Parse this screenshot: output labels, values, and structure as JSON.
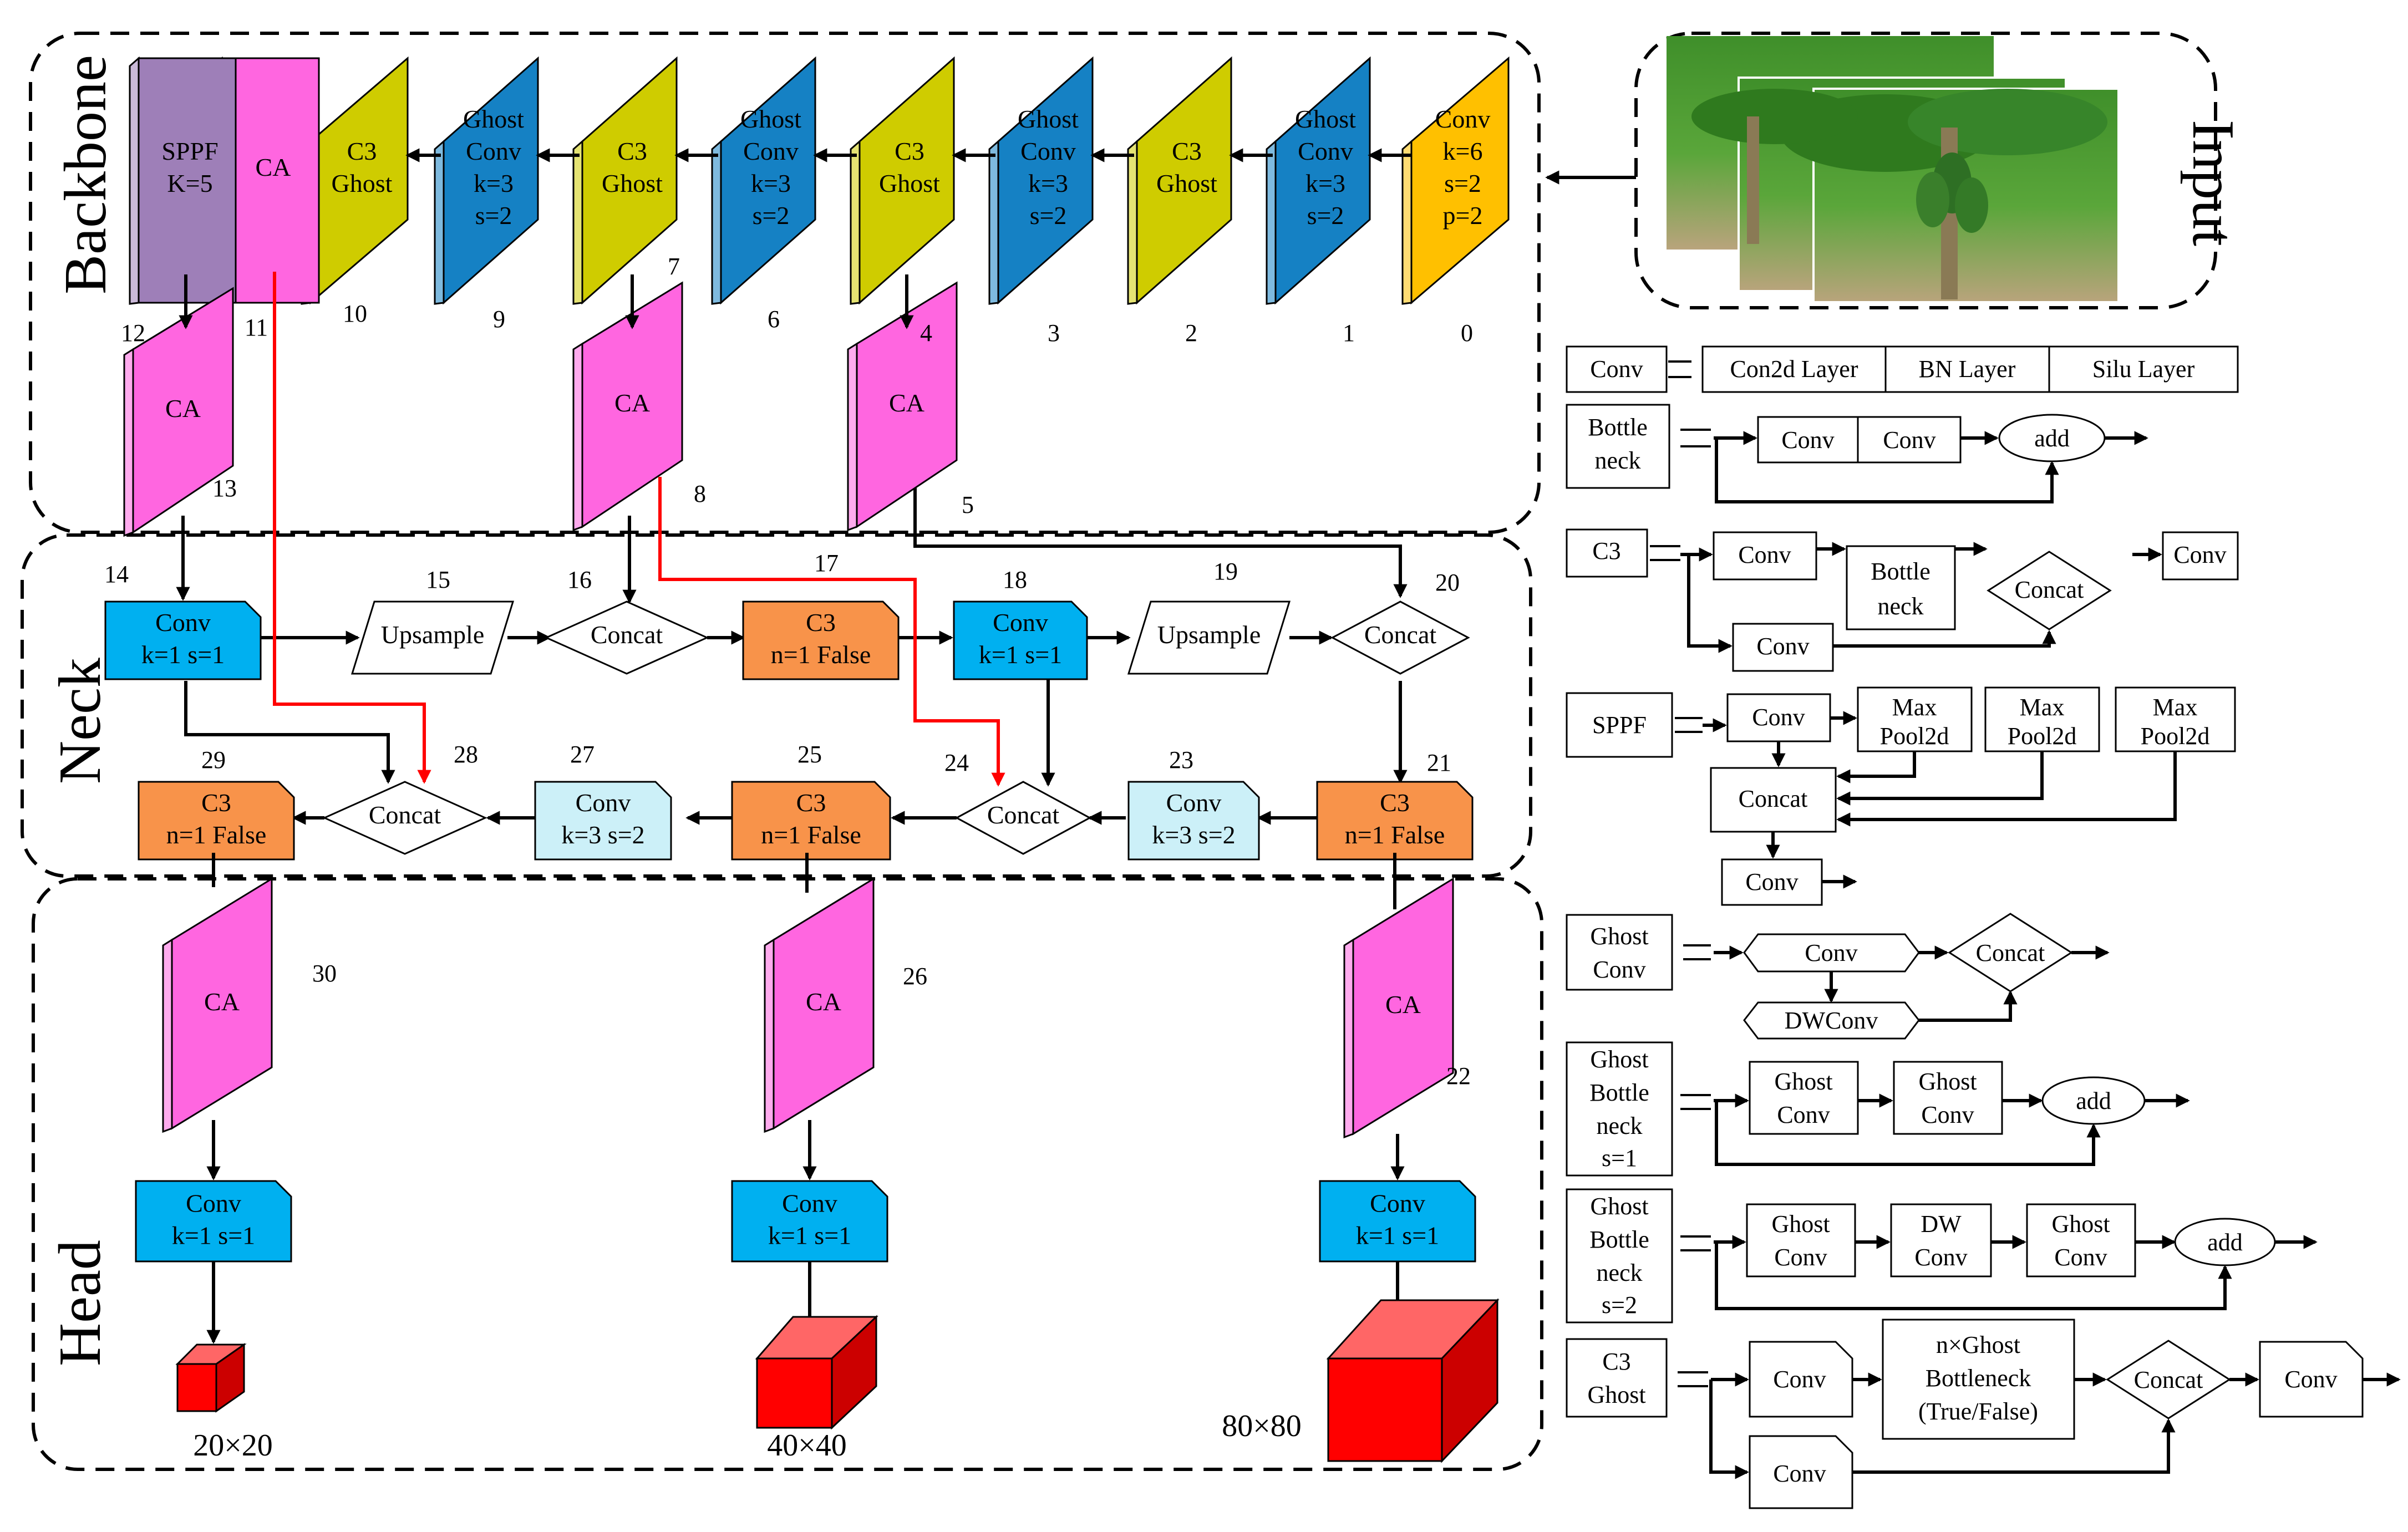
{
  "sections": {
    "backbone": "Backbone",
    "neck": "Neck",
    "head": "Head",
    "input": "Input"
  },
  "colors": {
    "ghost_conv": "#1581c4",
    "c3_ghost": "#cfcc00",
    "conv_input": "#ffc000",
    "sppf": "#9e7fb8",
    "ca": "#ff66e0",
    "conv_neck": "#00b0f0",
    "c3_neck": "#f8934a",
    "conv_ks": "#ccf0f8",
    "output": "#ff0000",
    "skip_arrow": "#ff0000"
  },
  "input_image": {
    "description_icon": "papaya-tree-photo-icon"
  },
  "backbone": {
    "blocks": [
      {
        "id": "0",
        "lines": [
          "Conv",
          "k=6",
          "s=2",
          "p=2"
        ],
        "kind": "conv_input"
      },
      {
        "id": "1",
        "lines": [
          "Ghost",
          "Conv",
          "k=3",
          "s=2"
        ],
        "kind": "ghost_conv"
      },
      {
        "id": "2",
        "lines": [
          "C3",
          "Ghost"
        ],
        "kind": "c3_ghost"
      },
      {
        "id": "3",
        "lines": [
          "Ghost",
          "Conv",
          "k=3",
          "s=2"
        ],
        "kind": "ghost_conv"
      },
      {
        "id": "4",
        "lines": [
          "C3",
          "Ghost"
        ],
        "kind": "c3_ghost"
      },
      {
        "id": "6",
        "lines": [
          "Ghost",
          "Conv",
          "k=3",
          "s=2"
        ],
        "kind": "ghost_conv"
      },
      {
        "id": "7",
        "lines": [
          "C3",
          "Ghost"
        ],
        "kind": "c3_ghost"
      },
      {
        "id": "9",
        "lines": [
          "Ghost",
          "Conv",
          "k=3",
          "s=2"
        ],
        "kind": "ghost_conv"
      },
      {
        "id": "10",
        "lines": [
          "C3",
          "Ghost"
        ],
        "kind": "c3_ghost"
      },
      {
        "id": "11",
        "lines": [
          "CA"
        ],
        "kind": "ca"
      },
      {
        "id": "12",
        "lines": [
          "SPPF",
          "K=5"
        ],
        "kind": "sppf"
      }
    ],
    "ca_blocks": [
      {
        "id": "5",
        "label": "CA"
      },
      {
        "id": "8",
        "label": "CA"
      },
      {
        "id": "13",
        "label": "CA"
      }
    ]
  },
  "neck": {
    "blocks": [
      {
        "id": "14",
        "lines": [
          "Conv",
          "k=1 s=1"
        ]
      },
      {
        "id": "15",
        "lines": [
          "Upsample"
        ]
      },
      {
        "id": "16",
        "lines": [
          "Concat"
        ]
      },
      {
        "id": "17",
        "lines": [
          "C3",
          "n=1 False"
        ]
      },
      {
        "id": "18",
        "lines": [
          "Conv",
          "k=1 s=1"
        ]
      },
      {
        "id": "19",
        "lines": [
          "Upsample"
        ]
      },
      {
        "id": "20",
        "lines": [
          "Concat"
        ]
      },
      {
        "id": "21",
        "lines": [
          "C3",
          "n=1 False"
        ]
      },
      {
        "id": "23",
        "lines": [
          "Conv",
          "k=3 s=2"
        ]
      },
      {
        "id": "24",
        "lines": [
          "Concat"
        ]
      },
      {
        "id": "25",
        "lines": [
          "C3",
          "n=1 False"
        ]
      },
      {
        "id": "27",
        "lines": [
          "Conv",
          "k=3 s=2"
        ]
      },
      {
        "id": "28",
        "lines": [
          "Concat"
        ]
      },
      {
        "id": "29",
        "lines": [
          "C3",
          "n=1 False"
        ]
      }
    ]
  },
  "head": {
    "ca_blocks": [
      {
        "id": "22",
        "label": "CA"
      },
      {
        "id": "26",
        "label": "CA"
      },
      {
        "id": "30",
        "label": "CA"
      }
    ],
    "conv_blocks": [
      {
        "lines": [
          "Conv",
          "k=1 s=1"
        ]
      },
      {
        "lines": [
          "Conv",
          "k=1 s=1"
        ]
      },
      {
        "lines": [
          "Conv",
          "k=1 s=1"
        ]
      }
    ],
    "outputs": [
      "20×20",
      "40×40",
      "80×80"
    ]
  },
  "legend": {
    "conv": {
      "name": "Conv",
      "parts": [
        "Con2d Layer",
        "BN Layer",
        "Silu Layer"
      ]
    },
    "bottleneck": {
      "name": [
        "Bottle",
        "neck"
      ],
      "parts": [
        "Conv",
        "Conv"
      ],
      "add": "add"
    },
    "c3": {
      "name": "C3",
      "top_conv": "Conv",
      "bottleneck": [
        "Bottle",
        "neck"
      ],
      "bottom_conv": "Conv",
      "concat": "Concat",
      "out_conv": "Conv"
    },
    "sppf": {
      "name": "SPPF",
      "conv": "Conv",
      "pool": [
        "Max",
        "Pool2d"
      ],
      "concat": "Concat",
      "out_conv": "Conv"
    },
    "ghost_conv": {
      "name": [
        "Ghost",
        "Conv"
      ],
      "conv": "Conv",
      "dwconv": "DWConv",
      "concat": "Concat"
    },
    "ghost_bottleneck_s1": {
      "name": [
        "Ghost",
        "Bottle",
        "neck",
        "s=1"
      ],
      "a": [
        "Ghost",
        "Conv"
      ],
      "b": [
        "Ghost",
        "Conv"
      ],
      "add": "add"
    },
    "ghost_bottleneck_s2": {
      "name": [
        "Ghost",
        "Bottle",
        "neck",
        "s=2"
      ],
      "a": [
        "Ghost",
        "Conv"
      ],
      "dw": [
        "DW",
        "Conv"
      ],
      "b": [
        "Ghost",
        "Conv"
      ],
      "add": "add"
    },
    "c3_ghost": {
      "name": [
        "C3",
        "Ghost"
      ],
      "conv_a": "Conv",
      "mid": [
        "n×Ghost",
        "Bottleneck",
        "(True/False)"
      ],
      "concat": "Concat",
      "out_conv": "Conv",
      "conv_b": "Conv"
    }
  }
}
